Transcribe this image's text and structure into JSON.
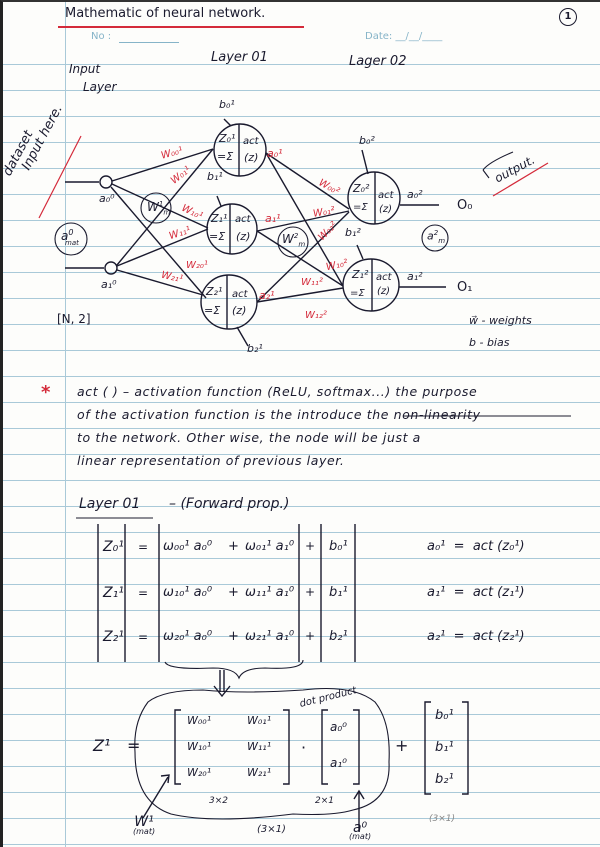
{
  "header": {
    "title": "Mathematic of neural network.",
    "page_number": "1",
    "no_label": "No :",
    "date_label": "Date: __/__/____"
  },
  "diagram": {
    "input_layer_label_1": "Input",
    "input_layer_label_2": "Layer",
    "layer1_label": "Layer 01",
    "layer2_label": "Lager 02",
    "dataset_label_1": "dataset",
    "dataset_label_2": "Input here.",
    "input_nodes": [
      {
        "label": "a0",
        "sup": "0",
        "text": "a₀⁰"
      },
      {
        "label": "a1",
        "sup": "0",
        "text": "a₁⁰"
      }
    ],
    "a0_mat": {
      "main": "a",
      "sup": "0",
      "sub": "mat"
    },
    "shape_label": "[N, 2]",
    "w1_mat": {
      "main": "W",
      "sup": "1",
      "sub": "m"
    },
    "w2_mat": {
      "main": "W",
      "sup": "2",
      "sub": "m"
    },
    "a2_mat": {
      "main": "a",
      "sup": "2",
      "sub": "m"
    },
    "layer1_nodes": [
      {
        "z": "Z₀¹",
        "sum": "=Σ",
        "act": "act",
        "arg": "(z)",
        "bias": "b₀¹",
        "out": "a₀¹"
      },
      {
        "z": "Z₁¹",
        "sum": "=Σ",
        "act": "act",
        "arg": "(z)",
        "bias": "b₁¹",
        "out": "a₁¹"
      },
      {
        "z": "Z₂¹",
        "sum": "=Σ",
        "act": "act",
        "arg": "(z)",
        "bias": "b₂¹",
        "out": "a₂¹"
      }
    ],
    "layer1_weights": [
      "W₀₀¹",
      "W₀₁¹",
      "W₁₀¹",
      "W₁₁¹",
      "W₂₀¹",
      "W₂₁¹"
    ],
    "layer2_nodes": [
      {
        "z": "Z₀²",
        "sum": "=Σ",
        "act": "act",
        "arg": "(z)",
        "bias": "b₀²",
        "out": "a₀²",
        "output": "O₀"
      },
      {
        "z": "Z₁²",
        "sum": "=Σ",
        "act": "act",
        "arg": "(z)",
        "bias": "b₁²",
        "out": "a₁²",
        "output": "O₁"
      }
    ],
    "layer2_weights": [
      "W₀₀²",
      "W₀₁²",
      "W₀₂²",
      "W₁₀²",
      "W₁₁²",
      "W₁₂²"
    ],
    "output_label": "output.",
    "legend": [
      {
        "symbol": "w⃗",
        "desc": "- weights"
      },
      {
        "symbol": "b",
        "desc": "- bias"
      }
    ]
  },
  "notes": {
    "bullet": "*",
    "lines": [
      "act ( )  –  activation function (ReLU, softmax...) the purpose",
      "of the activation function is the introduce the non-linearity",
      "to the network. Other wise, the node will be just a",
      "linear representation of previous layer."
    ]
  },
  "forward_prop": {
    "heading": "Layer 01",
    "subheading": "– (Forward prop.)",
    "rows": [
      {
        "lhs": "Z₀¹",
        "eq": "=",
        "term1": "ω₀₀¹ a₀⁰",
        "plus1": "+",
        "term2": "ω₀₁¹ a₁⁰",
        "plus2": "+",
        "bias": "b₀¹",
        "act_lhs": "a₀¹",
        "act_eq": "=",
        "act_rhs": "act (z₀¹)"
      },
      {
        "lhs": "Z₁¹",
        "eq": "=",
        "term1": "ω₁₀¹ a₀⁰",
        "plus1": "+",
        "term2": "ω₁₁¹ a₁⁰",
        "plus2": "+",
        "bias": "b₁¹",
        "act_lhs": "a₁¹",
        "act_eq": "=",
        "act_rhs": "act (z₁¹)"
      },
      {
        "lhs": "Z₂¹",
        "eq": "=",
        "term1": "ω₂₀¹ a₀⁰",
        "plus1": "+",
        "term2": "ω₂₁¹ a₁⁰",
        "plus2": "+",
        "bias": "b₂¹",
        "act_lhs": "a₂¹",
        "act_eq": "=",
        "act_rhs": "act (z₂¹)"
      }
    ]
  },
  "matrix_form": {
    "lhs": "Z¹",
    "eq": "=",
    "dot_product_label": "dot product",
    "weight_matrix": [
      [
        "W₀₀¹",
        "W₀₁¹"
      ],
      [
        "W₁₀¹",
        "W₁₁¹"
      ],
      [
        "W₂₀¹",
        "W₂₁¹"
      ]
    ],
    "dot": "·",
    "input_vector": [
      "a₀⁰",
      "a₁⁰"
    ],
    "plus": "+",
    "bias_vector": [
      "b₀¹",
      "b₁¹",
      "b₂¹"
    ],
    "weight_dim": "3×2",
    "input_dim": "2×1",
    "result_dim": "(3×1)",
    "bias_dim": "(3×1)",
    "weight_mat_label": "W¹",
    "weight_mat_sub": "(mat)",
    "input_mat_label": "a⁰",
    "input_mat_sub": "(mat)"
  },
  "colors": {
    "ink": "#1a1a2e",
    "red_ink": "#d42a3a",
    "ruled_line": "#a9c9d8",
    "paper": "#fdfdfb"
  }
}
